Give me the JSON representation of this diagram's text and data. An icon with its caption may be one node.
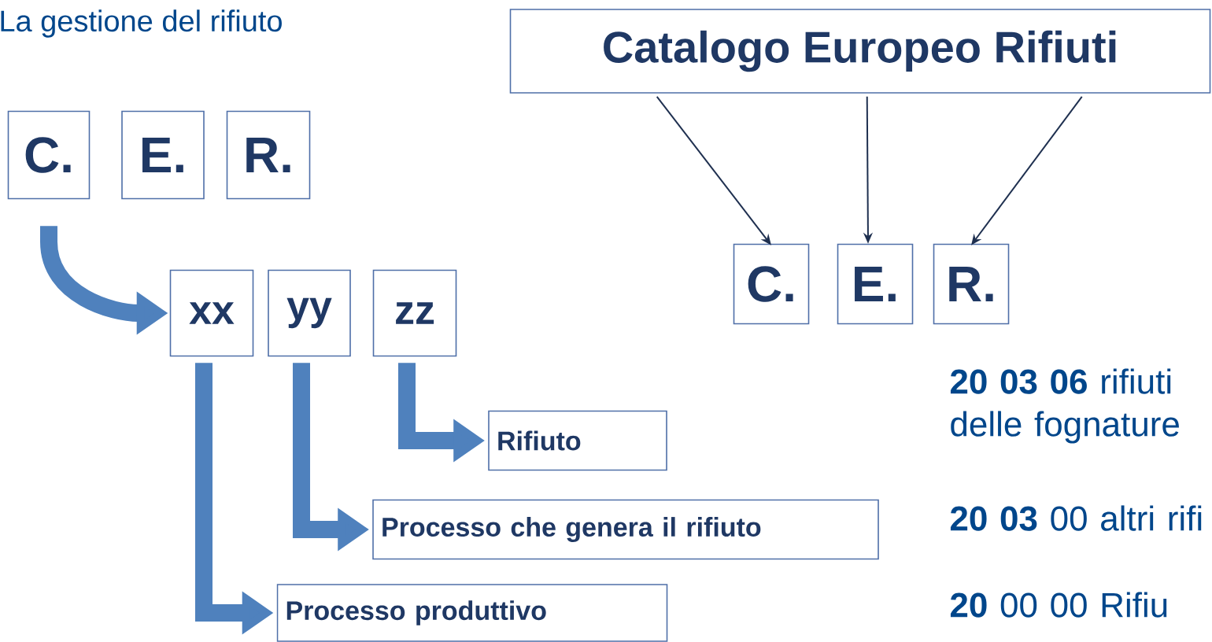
{
  "diagram": {
    "title": "La gestione del rifiuto",
    "nodes": [
      {
        "text": [
          "C."
        ]
      },
      {
        "text": [
          "E."
        ]
      },
      {
        "text": [
          "R."
        ]
      },
      {
        "text": [
          "xx"
        ]
      },
      {
        "text": [
          "yy"
        ]
      },
      {
        "text": [
          "zz"
        ]
      },
      {
        "text": [
          "Rifiuto"
        ]
      },
      {
        "text": [
          "Processo che genera il rifiuto"
        ]
      },
      {
        "text": [
          "Processo produttivo"
        ]
      },
      {
        "text": [
          "Catalogo Europeo Rifiuti"
        ]
      },
      {
        "text": [
          "C."
        ]
      },
      {
        "text": [
          "E."
        ]
      },
      {
        "text": [
          "R."
        ]
      }
    ],
    "edges": [
      {
        "from": 0,
        "to": 3,
        "arrow": "to"
      },
      {
        "from": 5,
        "to": 6,
        "arrow": "to"
      },
      {
        "from": 4,
        "to": 7,
        "arrow": "to"
      },
      {
        "from": 3,
        "to": 8,
        "arrow": "to"
      },
      {
        "from": 9,
        "to": 10,
        "arrow": "to",
        "color": "#1f3050"
      },
      {
        "from": 9,
        "to": 11,
        "arrow": "to",
        "color": "#1f3050"
      },
      {
        "from": 9,
        "to": 12,
        "arrow": "to",
        "color": "#1f3050"
      }
    ],
    "labels": [
      "**20 03 06** rifiuti delle fognature",
      "**20 03** 00 altri rifi",
      "**20** 00 00 Rifiu"
    ]
  }
}
